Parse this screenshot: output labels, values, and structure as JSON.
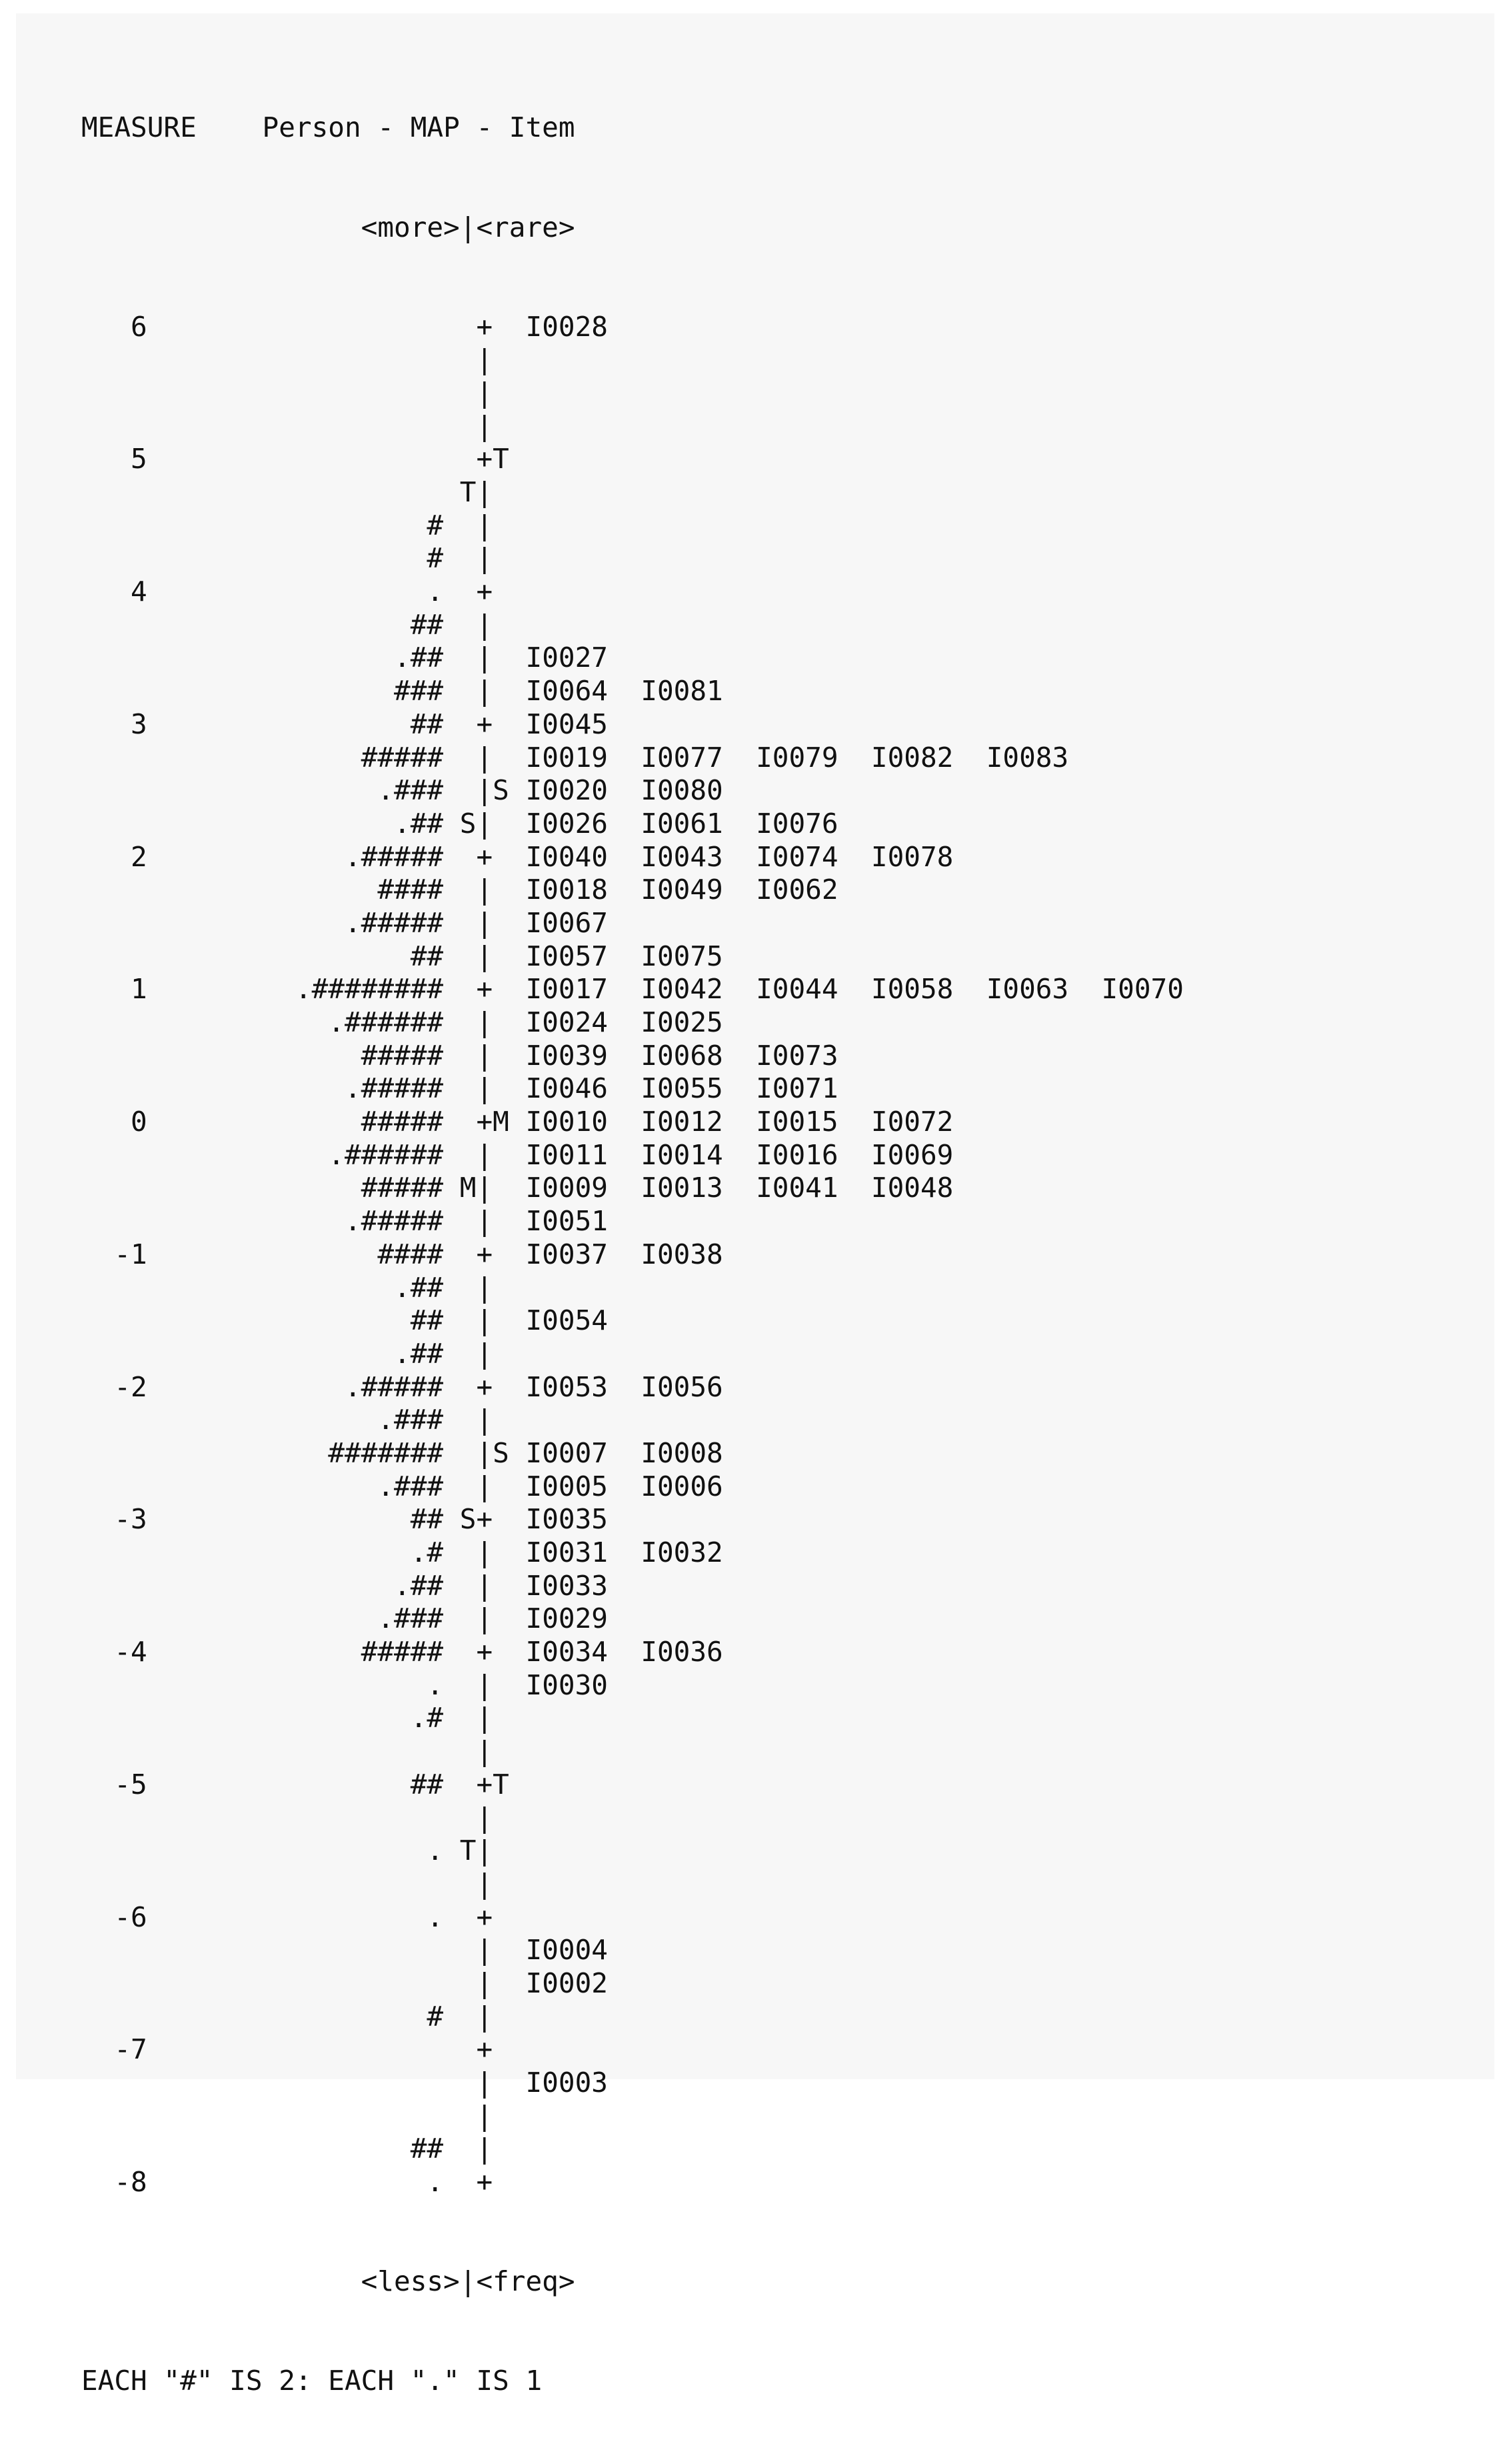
{
  "header": {
    "measure_label": "MEASURE",
    "map_title": "Person - MAP - Item",
    "top_person_label": "<more>",
    "top_item_label": "<rare>",
    "bottom_person_label": "<less>",
    "bottom_item_label": "<freq>"
  },
  "footer": {
    "legend_note": "EACH \"#\" IS 2: EACH \".\" IS 1"
  },
  "chart_data": {
    "type": "table",
    "title": "Person - MAP - Item",
    "ylabel": "MEASURE",
    "ylim": [
      -8,
      6
    ],
    "rows": [
      {
        "measure": "6",
        "persons": "",
        "pm": " ",
        "axis": "+",
        "im": " ",
        "items": [
          "I0028"
        ]
      },
      {
        "measure": "",
        "persons": "",
        "pm": " ",
        "axis": "|",
        "im": " ",
        "items": []
      },
      {
        "measure": "",
        "persons": "",
        "pm": " ",
        "axis": "|",
        "im": " ",
        "items": []
      },
      {
        "measure": "",
        "persons": "",
        "pm": " ",
        "axis": "|",
        "im": " ",
        "items": []
      },
      {
        "measure": "5",
        "persons": "",
        "pm": " ",
        "axis": "+",
        "im": "T",
        "items": []
      },
      {
        "measure": "",
        "persons": "",
        "pm": "T",
        "axis": "|",
        "im": " ",
        "items": []
      },
      {
        "measure": "",
        "persons": "#",
        "pm": " ",
        "axis": "|",
        "im": " ",
        "items": []
      },
      {
        "measure": "",
        "persons": "#",
        "pm": " ",
        "axis": "|",
        "im": " ",
        "items": []
      },
      {
        "measure": "4",
        "persons": ".",
        "pm": " ",
        "axis": "+",
        "im": " ",
        "items": []
      },
      {
        "measure": "",
        "persons": "##",
        "pm": " ",
        "axis": "|",
        "im": " ",
        "items": []
      },
      {
        "measure": "",
        "persons": ".##",
        "pm": " ",
        "axis": "|",
        "im": " ",
        "items": [
          "I0027"
        ]
      },
      {
        "measure": "",
        "persons": "###",
        "pm": " ",
        "axis": "|",
        "im": " ",
        "items": [
          "I0064",
          "I0081"
        ]
      },
      {
        "measure": "3",
        "persons": "##",
        "pm": " ",
        "axis": "+",
        "im": " ",
        "items": [
          "I0045"
        ]
      },
      {
        "measure": "",
        "persons": "#####",
        "pm": " ",
        "axis": "|",
        "im": " ",
        "items": [
          "I0019",
          "I0077",
          "I0079",
          "I0082",
          "I0083"
        ]
      },
      {
        "measure": "",
        "persons": ".###",
        "pm": " ",
        "axis": "|",
        "im": "S",
        "items": [
          "I0020",
          "I0080"
        ]
      },
      {
        "measure": "",
        "persons": ".##",
        "pm": "S",
        "axis": "|",
        "im": " ",
        "items": [
          "I0026",
          "I0061",
          "I0076"
        ]
      },
      {
        "measure": "2",
        "persons": ".#####",
        "pm": " ",
        "axis": "+",
        "im": " ",
        "items": [
          "I0040",
          "I0043",
          "I0074",
          "I0078"
        ]
      },
      {
        "measure": "",
        "persons": "####",
        "pm": " ",
        "axis": "|",
        "im": " ",
        "items": [
          "I0018",
          "I0049",
          "I0062"
        ]
      },
      {
        "measure": "",
        "persons": ".#####",
        "pm": " ",
        "axis": "|",
        "im": " ",
        "items": [
          "I0067"
        ]
      },
      {
        "measure": "",
        "persons": "##",
        "pm": " ",
        "axis": "|",
        "im": " ",
        "items": [
          "I0057",
          "I0075"
        ]
      },
      {
        "measure": "1",
        "persons": ".########",
        "pm": " ",
        "axis": "+",
        "im": " ",
        "items": [
          "I0017",
          "I0042",
          "I0044",
          "I0058",
          "I0063",
          "I0070"
        ]
      },
      {
        "measure": "",
        "persons": ".######",
        "pm": " ",
        "axis": "|",
        "im": " ",
        "items": [
          "I0024",
          "I0025"
        ]
      },
      {
        "measure": "",
        "persons": "#####",
        "pm": " ",
        "axis": "|",
        "im": " ",
        "items": [
          "I0039",
          "I0068",
          "I0073"
        ]
      },
      {
        "measure": "",
        "persons": ".#####",
        "pm": " ",
        "axis": "|",
        "im": " ",
        "items": [
          "I0046",
          "I0055",
          "I0071"
        ]
      },
      {
        "measure": "0",
        "persons": "#####",
        "pm": " ",
        "axis": "+",
        "im": "M",
        "items": [
          "I0010",
          "I0012",
          "I0015",
          "I0072"
        ]
      },
      {
        "measure": "",
        "persons": ".######",
        "pm": " ",
        "axis": "|",
        "im": " ",
        "items": [
          "I0011",
          "I0014",
          "I0016",
          "I0069"
        ]
      },
      {
        "measure": "",
        "persons": "#####",
        "pm": "M",
        "axis": "|",
        "im": " ",
        "items": [
          "I0009",
          "I0013",
          "I0041",
          "I0048"
        ]
      },
      {
        "measure": "",
        "persons": ".#####",
        "pm": " ",
        "axis": "|",
        "im": " ",
        "items": [
          "I0051"
        ]
      },
      {
        "measure": "-1",
        "persons": "####",
        "pm": " ",
        "axis": "+",
        "im": " ",
        "items": [
          "I0037",
          "I0038"
        ]
      },
      {
        "measure": "",
        "persons": ".##",
        "pm": " ",
        "axis": "|",
        "im": " ",
        "items": []
      },
      {
        "measure": "",
        "persons": "##",
        "pm": " ",
        "axis": "|",
        "im": " ",
        "items": [
          "I0054"
        ]
      },
      {
        "measure": "",
        "persons": ".##",
        "pm": " ",
        "axis": "|",
        "im": " ",
        "items": []
      },
      {
        "measure": "-2",
        "persons": ".#####",
        "pm": " ",
        "axis": "+",
        "im": " ",
        "items": [
          "I0053",
          "I0056"
        ]
      },
      {
        "measure": "",
        "persons": ".###",
        "pm": " ",
        "axis": "|",
        "im": " ",
        "items": []
      },
      {
        "measure": "",
        "persons": "#######",
        "pm": " ",
        "axis": "|",
        "im": "S",
        "items": [
          "I0007",
          "I0008"
        ]
      },
      {
        "measure": "",
        "persons": ".###",
        "pm": " ",
        "axis": "|",
        "im": " ",
        "items": [
          "I0005",
          "I0006"
        ]
      },
      {
        "measure": "-3",
        "persons": "##",
        "pm": "S",
        "axis": "+",
        "im": " ",
        "items": [
          "I0035"
        ]
      },
      {
        "measure": "",
        "persons": ".#",
        "pm": " ",
        "axis": "|",
        "im": " ",
        "items": [
          "I0031",
          "I0032"
        ]
      },
      {
        "measure": "",
        "persons": ".##",
        "pm": " ",
        "axis": "|",
        "im": " ",
        "items": [
          "I0033"
        ]
      },
      {
        "measure": "",
        "persons": ".###",
        "pm": " ",
        "axis": "|",
        "im": " ",
        "items": [
          "I0029"
        ]
      },
      {
        "measure": "-4",
        "persons": "#####",
        "pm": " ",
        "axis": "+",
        "im": " ",
        "items": [
          "I0034",
          "I0036"
        ]
      },
      {
        "measure": "",
        "persons": ".",
        "pm": " ",
        "axis": "|",
        "im": " ",
        "items": [
          "I0030"
        ]
      },
      {
        "measure": "",
        "persons": ".#",
        "pm": " ",
        "axis": "|",
        "im": " ",
        "items": []
      },
      {
        "measure": "",
        "persons": "",
        "pm": " ",
        "axis": "|",
        "im": " ",
        "items": []
      },
      {
        "measure": "-5",
        "persons": "##",
        "pm": " ",
        "axis": "+",
        "im": "T",
        "items": []
      },
      {
        "measure": "",
        "persons": "",
        "pm": " ",
        "axis": "|",
        "im": " ",
        "items": []
      },
      {
        "measure": "",
        "persons": ".",
        "pm": "T",
        "axis": "|",
        "im": " ",
        "items": []
      },
      {
        "measure": "",
        "persons": "",
        "pm": " ",
        "axis": "|",
        "im": " ",
        "items": []
      },
      {
        "measure": "-6",
        "persons": ".",
        "pm": " ",
        "axis": "+",
        "im": " ",
        "items": []
      },
      {
        "measure": "",
        "persons": "",
        "pm": " ",
        "axis": "|",
        "im": " ",
        "items": [
          "I0004"
        ]
      },
      {
        "measure": "",
        "persons": "",
        "pm": " ",
        "axis": "|",
        "im": " ",
        "items": [
          "I0002"
        ]
      },
      {
        "measure": "",
        "persons": "#",
        "pm": " ",
        "axis": "|",
        "im": " ",
        "items": []
      },
      {
        "measure": "-7",
        "persons": "",
        "pm": " ",
        "axis": "+",
        "im": " ",
        "items": []
      },
      {
        "measure": "",
        "persons": "",
        "pm": " ",
        "axis": "|",
        "im": " ",
        "items": [
          "I0003"
        ]
      },
      {
        "measure": "",
        "persons": "",
        "pm": " ",
        "axis": "|",
        "im": " ",
        "items": []
      },
      {
        "measure": "",
        "persons": "##",
        "pm": " ",
        "axis": "|",
        "im": " ",
        "items": []
      },
      {
        "measure": "-8",
        "persons": ".",
        "pm": " ",
        "axis": "+",
        "im": " ",
        "items": []
      }
    ]
  }
}
